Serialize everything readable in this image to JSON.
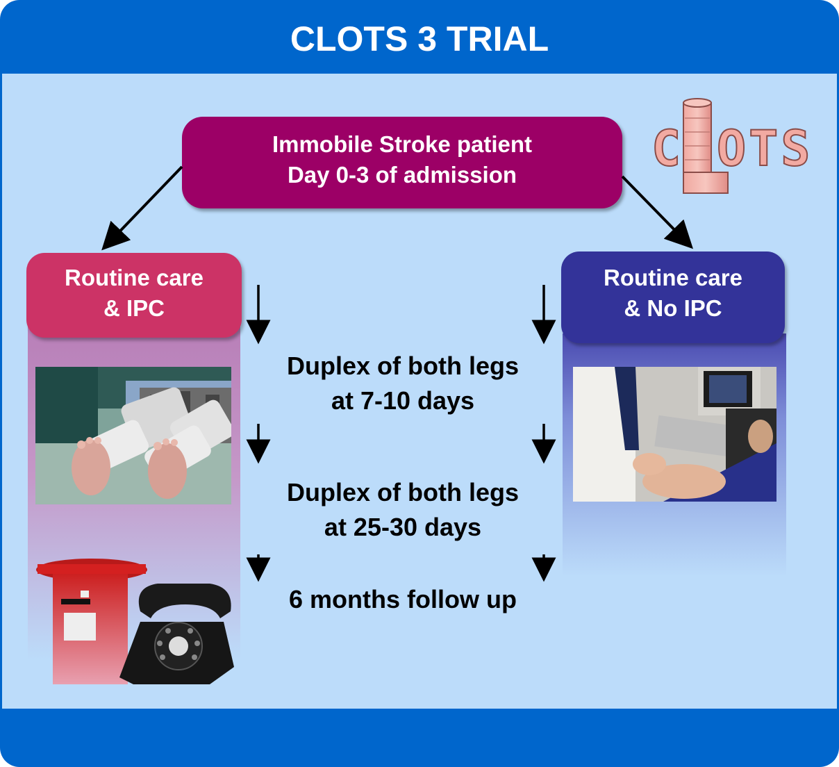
{
  "title": "CLOTS 3 TRIAL",
  "logo": {
    "text_left": "C",
    "text_right": "OTS",
    "icon": "clots-leg-logo"
  },
  "entry_box": {
    "line1": "Immobile Stroke patient",
    "line2": "Day 0-3 of admission"
  },
  "arms": {
    "left": {
      "line1": "Routine care",
      "line2": "& IPC"
    },
    "right": {
      "line1": "Routine care",
      "line2": "& No IPC"
    }
  },
  "steps": [
    {
      "line1": "Duplex of both legs",
      "line2": "at 7-10 days"
    },
    {
      "line1": "Duplex of both legs",
      "line2": "at 25-30 days"
    },
    {
      "line1": "6 months follow up"
    }
  ],
  "images": {
    "left_photo": "legs-with-ipc-sleeves-photo",
    "right_photo": "duplex-ultrasound-scan-photo",
    "followup": "postbox-and-telephone-image"
  },
  "colors": {
    "header": "#0066cc",
    "panel": "#bcdcfa",
    "entry_box": "#9c0066",
    "left_arm": "#cc3366",
    "right_arm": "#333399"
  }
}
